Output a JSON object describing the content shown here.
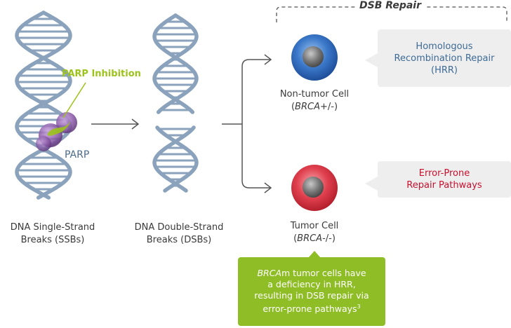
{
  "title": "DSB Repair",
  "parp_inhibition": "PARP Inhibition",
  "parp": "PARP",
  "ssb": {
    "line1": "DNA Single-Strand",
    "line2": "Breaks (SSBs)"
  },
  "dsb": {
    "line1": "DNA Double-Strand",
    "line2": "Breaks (DSBs)"
  },
  "nontumor": {
    "name": "Non-tumor Cell",
    "gene": "BRCA",
    "suffix": "+/-",
    "open": "(",
    "close": ")"
  },
  "tumor": {
    "name": "Tumor Cell",
    "gene": "BRCA",
    "suffix": "-/-",
    "open": "(",
    "close": ")"
  },
  "hrr_box": {
    "line1": "Homologous",
    "line2": "Recombination Repair",
    "line3": "(HRR)"
  },
  "err_box": {
    "line1": "Error-Prone",
    "line2": "Repair Pathways"
  },
  "note": {
    "italic": "BRCA",
    "rest1": "m tumor cells have",
    "line2": "a deficiency in HRR,",
    "line3": "resulting in DSB repair via",
    "line4": "error-prone pathways",
    "sup": "3"
  },
  "colors": {
    "dna": "#8aa2bb",
    "parp_green": "#9cc31a",
    "parp_purple": "#8c5aa8",
    "cell_blue": "#3b78c9",
    "cell_red": "#e0404e",
    "note_green": "#8ebd26",
    "hrr_text": "#3d6b96",
    "err_text": "#c8102e"
  }
}
